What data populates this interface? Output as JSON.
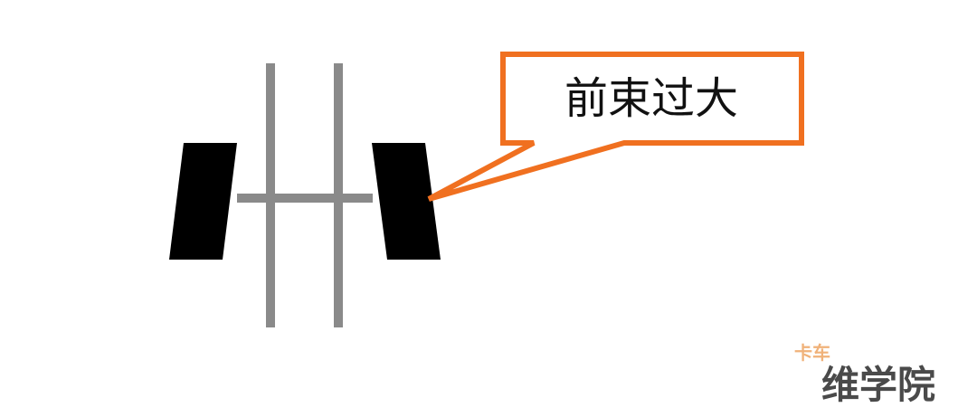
{
  "callout": {
    "text": "前束过大",
    "border_color": "#f07020"
  },
  "watermark": {
    "small_text": "卡车",
    "large_text": "维学院"
  },
  "colors": {
    "wheel": "#000000",
    "axle": "#8a8a8a",
    "callout_fill": "#ffffff"
  }
}
